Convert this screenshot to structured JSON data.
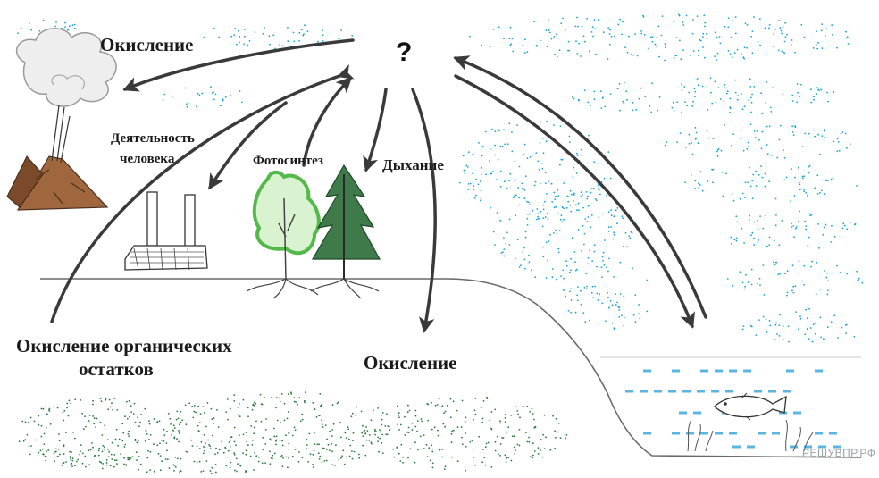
{
  "labels": {
    "question": "?",
    "oxidation_top": "Окисление",
    "human_activity_line1": "Деятельность",
    "human_activity_line2": "человека",
    "photosynthesis": "Фотосинтез",
    "respiration": "Дыхание",
    "organic_oxidation_line1": "Окисление органических",
    "organic_oxidation_line2": "остатков",
    "oxidation_bottom": "Окисление"
  },
  "watermark": "РЕШУВПР.РФ",
  "colors": {
    "sky_stipple": "#19a3d6",
    "soil_stipple": "#2a7a3a",
    "arrow": "#4a4a4a",
    "smoke": "#9a9a9a",
    "volcano": "#a0673f",
    "tree_dark": "#3f7a4a",
    "tree_light": "#5fbf5a",
    "water": "#5ab6e0"
  },
  "icons": [
    "volcano-icon",
    "factory-icon",
    "deciduous-tree-icon",
    "conifer-tree-icon",
    "fish-icon"
  ]
}
